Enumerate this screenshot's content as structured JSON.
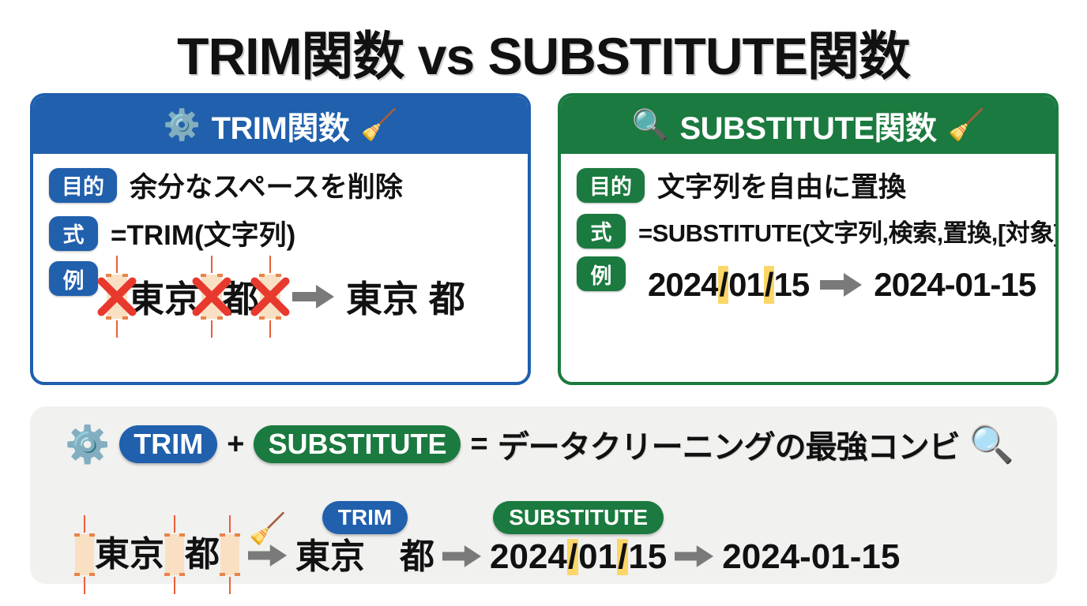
{
  "title": "TRIM関数 vs SUBSTITUTE関数",
  "colors": {
    "blue": "#2060ad",
    "green": "#1b7a3f",
    "highlight": "#fcd667",
    "space_marker": "#fae0c3",
    "panel_bg": "#f1f1ef",
    "arrow_gray": "#7a7a7a",
    "x_red": "#e8392f"
  },
  "cards": [
    {
      "id": "trim",
      "header": {
        "left_icon": "gear-icon",
        "left_icon_glyph": "⚙️",
        "title": "TRIM関数",
        "right_icon": "broom-icon",
        "right_icon_glyph": "🧹"
      },
      "rows": [
        {
          "badge": "目的",
          "text": "余分なスペースを削除"
        },
        {
          "badge": "式",
          "text": "=TRIM(文字列)"
        }
      ],
      "example": {
        "badge": "例",
        "input_parts": [
          {
            "type": "space-x"
          },
          {
            "type": "text",
            "value": "東京"
          },
          {
            "type": "space-x"
          },
          {
            "type": "text",
            "value": "都"
          },
          {
            "type": "space-x"
          }
        ],
        "input_plain": "　東京　都　",
        "arrow": "➡",
        "output": "東京 都"
      }
    },
    {
      "id": "substitute",
      "header": {
        "left_icon": "magnifier-icon",
        "left_icon_glyph": "🔍",
        "title": "SUBSTITUTE関数",
        "right_icon": "broom-icon",
        "right_icon_glyph": "🧹"
      },
      "rows": [
        {
          "badge": "目的",
          "text": "文字列を自由に置換"
        },
        {
          "badge": "式",
          "text": "=SUBSTITUTE(文字列,検索,置換,[対象])"
        }
      ],
      "example": {
        "badge": "例",
        "input_parts": [
          {
            "type": "text",
            "value": "2024"
          },
          {
            "type": "hl",
            "value": "/"
          },
          {
            "type": "text",
            "value": "01"
          },
          {
            "type": "hl",
            "value": "/"
          },
          {
            "type": "text",
            "value": "15"
          }
        ],
        "input_plain": "2024/01/15",
        "arrow": "➡",
        "output": "2024-01-15"
      }
    }
  ],
  "bottom": {
    "gear_icon_glyph": "⚙️",
    "pill_trim": "TRIM",
    "plus": "+",
    "pill_substitute": "SUBSTITUTE",
    "equals": "=",
    "conclusion": "データクリーニングの最強コンビ",
    "magnifier_icon_glyph": "🔍",
    "flow": [
      {
        "label": "",
        "label_color": "none",
        "value_plain": "　東京　都　",
        "value_parts": [
          {
            "type": "space"
          },
          {
            "type": "text",
            "value": "東京"
          },
          {
            "type": "space"
          },
          {
            "type": "text",
            "value": "都"
          },
          {
            "type": "space"
          }
        ]
      },
      {
        "label": "TRIM",
        "label_color": "blue",
        "value_plain": "東京　都",
        "value_parts": [
          {
            "type": "text",
            "value": "東京　都"
          }
        ]
      },
      {
        "label": "SUBSTITUTE",
        "label_color": "green",
        "value_plain": "2024/01/15",
        "value_parts": [
          {
            "type": "text",
            "value": "2024"
          },
          {
            "type": "hl",
            "value": "/"
          },
          {
            "type": "text",
            "value": "01"
          },
          {
            "type": "hl",
            "value": "/"
          },
          {
            "type": "text",
            "value": "15"
          }
        ]
      },
      {
        "label": "",
        "label_color": "none",
        "value_plain": "2024-01-15",
        "value_parts": [
          {
            "type": "text",
            "value": "2024-01-15"
          }
        ]
      }
    ],
    "broom_icon_glyph": "🧹",
    "arrow": "➡"
  }
}
